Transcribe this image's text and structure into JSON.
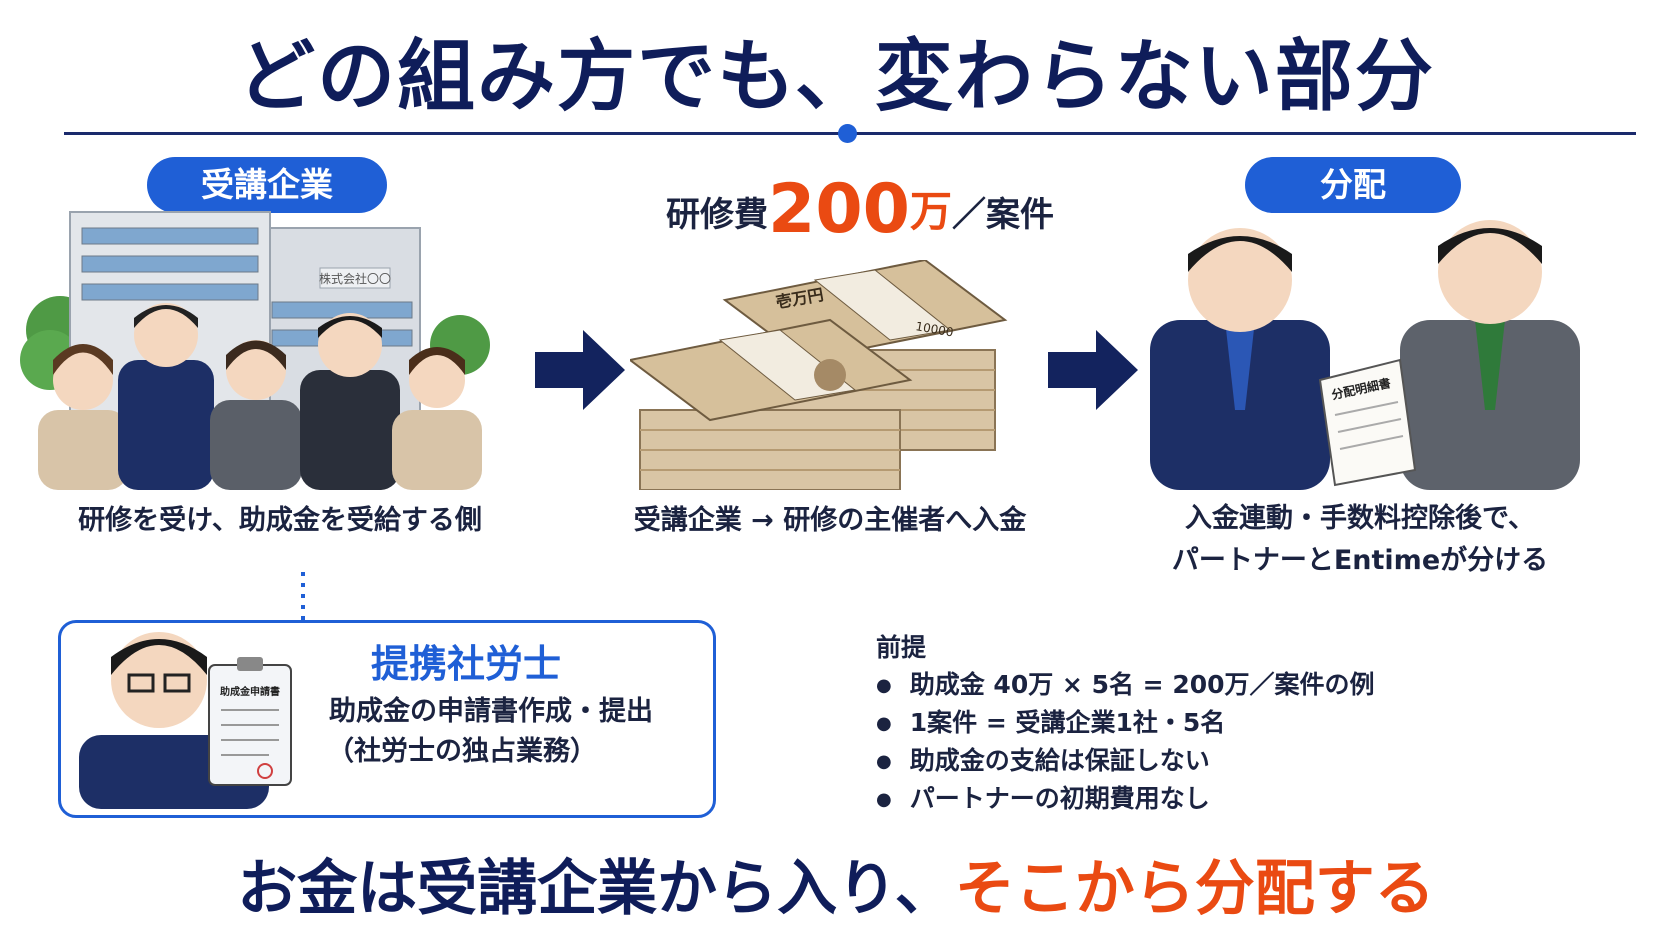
{
  "title": "どの組み方でも、変わらない部分",
  "left": {
    "pill": "受講企業",
    "building_sign": "株式会社〇〇",
    "caption": "研修を受け、助成金を受給する側"
  },
  "center": {
    "fee_label": "研修費",
    "fee_amount": "200",
    "fee_unit": "万",
    "fee_suffix": "／案件",
    "bill_value": "10000",
    "bill_text": "壱万円",
    "caption": "受講企業 → 研修の主催者へ入金"
  },
  "right": {
    "pill": "分配",
    "document_title": "分配明細書",
    "caption_line1": "入金連動・手数料控除後で、",
    "caption_line2": "パートナーとEntimeが分ける"
  },
  "card": {
    "title": "提携社労士",
    "clipboard_title": "助成金申請書",
    "line1": "助成金の申請書作成・提出",
    "line2": "（社労士の独占業務）"
  },
  "premise": {
    "heading": "前提",
    "items": [
      "助成金 40万 × 5名 = 200万／案件の例",
      "1案件 = 受講企業1社・5名",
      "助成金の支給は保証しない",
      "パートナーの初期費用なし"
    ]
  },
  "bottom": {
    "part1": "お金は受講企業から入り、",
    "part2": "そこから分配する"
  },
  "colors": {
    "navy": "#0f1d5a",
    "accent_blue": "#1f5fd6",
    "accent_orange": "#ea4a12"
  }
}
